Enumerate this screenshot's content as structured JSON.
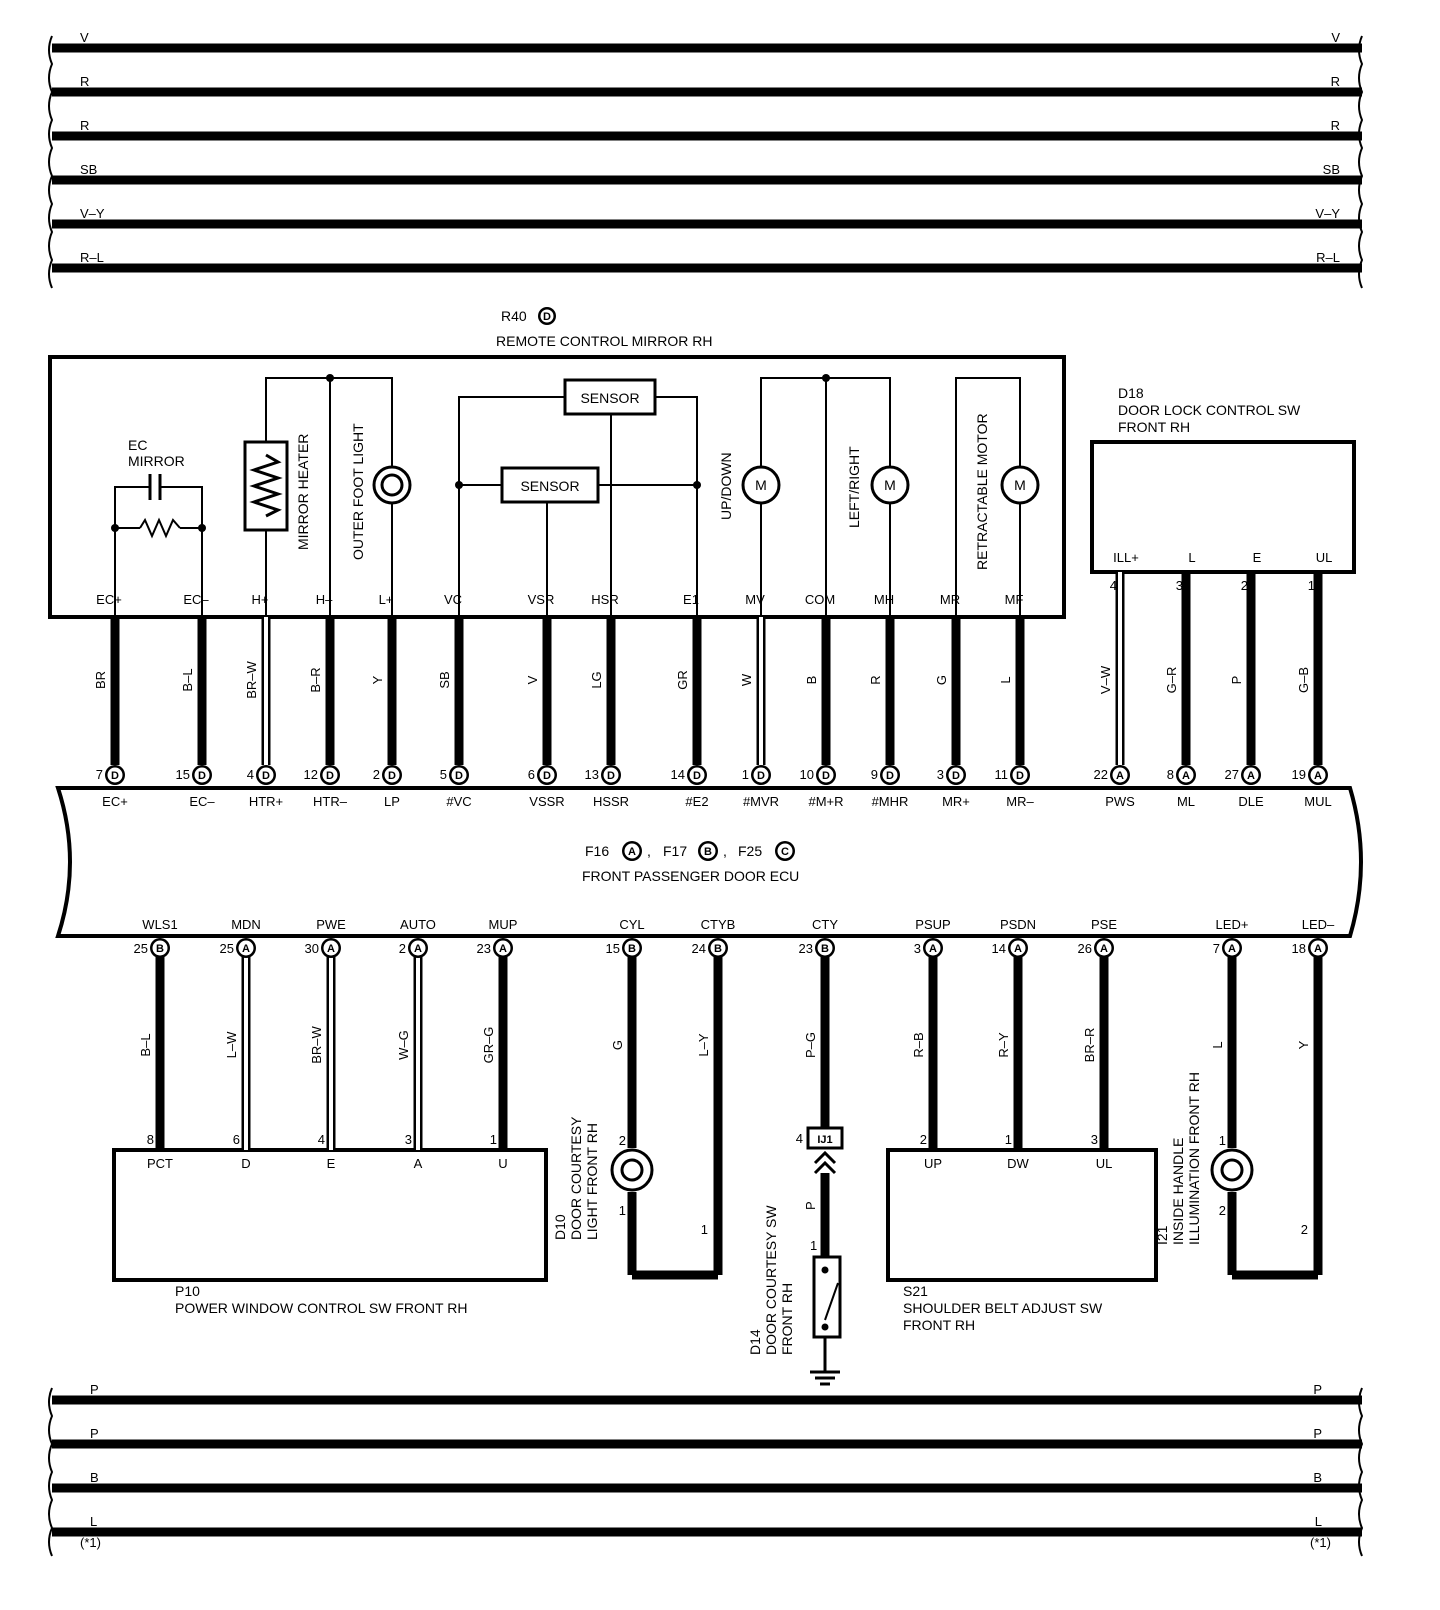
{
  "bus_top": [
    {
      "left": "V",
      "right": "V"
    },
    {
      "left": "R",
      "right": "R"
    },
    {
      "left": "R",
      "right": "R"
    },
    {
      "left": "SB",
      "right": "SB"
    },
    {
      "left": "V–Y",
      "right": "V–Y"
    },
    {
      "left": "R–L",
      "right": "R–L"
    }
  ],
  "bus_bottom": [
    {
      "left": "P",
      "right": "P"
    },
    {
      "left": "P",
      "right": "P"
    },
    {
      "left": "B",
      "right": "B"
    },
    {
      "left": "L",
      "right": "L"
    }
  ],
  "bus_note": "(*1)",
  "mirror": {
    "code": "R40",
    "conn": "D",
    "name": "REMOTE CONTROL MIRROR RH",
    "ec_mirror": [
      "EC",
      "MIRROR"
    ],
    "mirror_heater": "MIRROR HEATER",
    "outer_foot_light": "OUTER FOOT LIGHT",
    "sensor_1": "SENSOR",
    "sensor_2": "SENSOR",
    "up_down": "UP/DOWN",
    "left_right": "LEFT/RIGHT",
    "retractable_motor": "RETRACTABLE MOTOR",
    "motor_letter": "M"
  },
  "mirror_wires": [
    {
      "term": "EC+",
      "color": "BR",
      "pin": "7",
      "conn": "D",
      "ecu": "EC+"
    },
    {
      "term": "EC–",
      "color": "B–L",
      "pin": "15",
      "conn": "D",
      "ecu": "EC–"
    },
    {
      "term": "H+",
      "color": "BR–W",
      "pin": "4",
      "conn": "D",
      "ecu": "HTR+"
    },
    {
      "term": "H–",
      "color": "B–R",
      "pin": "12",
      "conn": "D",
      "ecu": "HTR–"
    },
    {
      "term": "L+",
      "color": "Y",
      "pin": "2",
      "conn": "D",
      "ecu": "LP"
    },
    {
      "term": "VC",
      "color": "SB",
      "pin": "5",
      "conn": "D",
      "ecu": "#VC"
    },
    {
      "term": "VSR",
      "color": "V",
      "pin": "6",
      "conn": "D",
      "ecu": "VSSR"
    },
    {
      "term": "HSR",
      "color": "LG",
      "pin": "13",
      "conn": "D",
      "ecu": "HSSR"
    },
    {
      "term": "E1",
      "color": "GR",
      "pin": "14",
      "conn": "D",
      "ecu": "#E2"
    },
    {
      "term": "MV",
      "color": "W",
      "pin": "1",
      "conn": "D",
      "ecu": "#MVR"
    },
    {
      "term": "COM",
      "color": "B",
      "pin": "10",
      "conn": "D",
      "ecu": "#M+R"
    },
    {
      "term": "MH",
      "color": "R",
      "pin": "9",
      "conn": "D",
      "ecu": "#MHR"
    },
    {
      "term": "MR",
      "color": "G",
      "pin": "3",
      "conn": "D",
      "ecu": "MR+"
    },
    {
      "term": "MF",
      "color": "L",
      "pin": "11",
      "conn": "D",
      "ecu": "MR–"
    }
  ],
  "door_lock": {
    "code": "D18",
    "name_1": "DOOR LOCK CONTROL SW",
    "name_2": "FRONT RH",
    "wires": [
      {
        "term": "ILL+",
        "sw_pin": "4",
        "color": "V–W",
        "pin": "22",
        "conn": "A",
        "ecu": "PWS"
      },
      {
        "term": "L",
        "sw_pin": "3",
        "color": "G–R",
        "pin": "8",
        "conn": "A",
        "ecu": "ML"
      },
      {
        "term": "E",
        "sw_pin": "2",
        "color": "P",
        "pin": "27",
        "conn": "A",
        "ecu": "DLE"
      },
      {
        "term": "UL",
        "sw_pin": "1",
        "color": "G–B",
        "pin": "19",
        "conn": "A",
        "ecu": "MUL"
      }
    ]
  },
  "ecu": {
    "conn_1": {
      "code": "F16",
      "letter": "A"
    },
    "conn_2": {
      "code": "F17",
      "letter": "B"
    },
    "conn_3": {
      "code": "F25",
      "letter": "C"
    },
    "sep": ",",
    "name": "FRONT PASSENGER DOOR ECU"
  },
  "bottom_wires": [
    {
      "ecu": "WLS1",
      "pin": "25",
      "conn": "B",
      "color": "B–L",
      "dev_pin": "8",
      "dev_term": "PCT"
    },
    {
      "ecu": "MDN",
      "pin": "25",
      "conn": "A",
      "color": "L–W",
      "dev_pin": "6",
      "dev_term": "D"
    },
    {
      "ecu": "PWE",
      "pin": "30",
      "conn": "A",
      "color": "BR–W",
      "dev_pin": "4",
      "dev_term": "E"
    },
    {
      "ecu": "AUTO",
      "pin": "2",
      "conn": "A",
      "color": "W–G",
      "dev_pin": "3",
      "dev_term": "A"
    },
    {
      "ecu": "MUP",
      "pin": "23",
      "conn": "A",
      "color": "GR–G",
      "dev_pin": "1",
      "dev_term": "U"
    },
    {
      "ecu": "CYL",
      "pin": "15",
      "conn": "B",
      "color": "G",
      "dev_pin": "2",
      "dev_term": ""
    },
    {
      "ecu": "CTYB",
      "pin": "24",
      "conn": "B",
      "color": "L–Y",
      "dev_pin": "1",
      "dev_term": ""
    },
    {
      "ecu": "CTY",
      "pin": "23",
      "conn": "B",
      "color": "P–G",
      "dev_pin": "4",
      "dev_term": ""
    },
    {
      "ecu": "PSUP",
      "pin": "3",
      "conn": "A",
      "color": "R–B",
      "dev_pin": "2",
      "dev_term": "UP"
    },
    {
      "ecu": "PSDN",
      "pin": "14",
      "conn": "A",
      "color": "R–Y",
      "dev_pin": "1",
      "dev_term": "DW"
    },
    {
      "ecu": "PSE",
      "pin": "26",
      "conn": "A",
      "color": "BR–R",
      "dev_pin": "3",
      "dev_term": "UL"
    },
    {
      "ecu": "LED+",
      "pin": "7",
      "conn": "A",
      "color": "L",
      "dev_pin": "1",
      "dev_term": ""
    },
    {
      "ecu": "LED–",
      "pin": "18",
      "conn": "A",
      "color": "Y",
      "dev_pin": "2",
      "dev_term": ""
    }
  ],
  "p10": {
    "code": "P10",
    "name": "POWER WINDOW CONTROL SW FRONT RH"
  },
  "d10": {
    "code": "D10",
    "name_1": "DOOR COURTESY",
    "name_2": "LIGHT FRONT RH"
  },
  "d14": {
    "code": "D14",
    "name_1": "DOOR COURTESY SW",
    "name_2": "FRONT RH",
    "junction": "IJ1",
    "wire_color": "P",
    "pin": "1"
  },
  "s21": {
    "code": "S21",
    "name_1": "SHOULDER BELT ADJUST SW",
    "name_2": "FRONT RH"
  },
  "i21": {
    "code": "I21",
    "name_1": "INSIDE HANDLE",
    "name_2": "ILLUMINATION FRONT RH"
  }
}
